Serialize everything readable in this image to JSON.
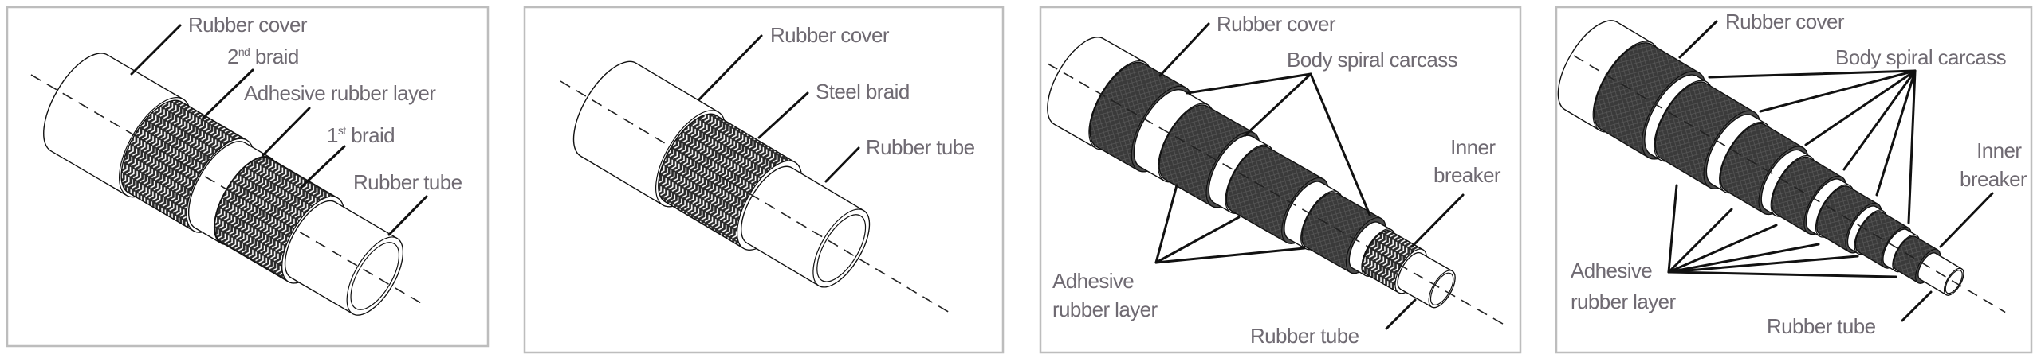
{
  "colors": {
    "label": "#6f6a72",
    "outline": "#111111",
    "carcass": "#3a3a3a",
    "frame": "#bdbdbd"
  },
  "panels": [
    {
      "rubber_cover": "Rubber cover",
      "second_braid": {
        "ordinal": "2",
        "suffix": "nd",
        "text": " braid"
      },
      "adhesive": "Adhesive rubber layer",
      "first_braid": {
        "ordinal": "1",
        "suffix": "st",
        "text": " braid"
      },
      "rubber_tube": "Rubber tube"
    },
    {
      "rubber_cover": "Rubber cover",
      "steel_braid": "Steel braid",
      "rubber_tube": "Rubber tube"
    },
    {
      "rubber_cover": "Rubber cover",
      "body_spiral_carcass": "Body spiral carcass",
      "inner_breaker": [
        "Inner",
        "breaker"
      ],
      "adhesive": [
        "Adhesive",
        "rubber layer"
      ],
      "rubber_tube": "Rubber tube"
    },
    {
      "rubber_cover": "Rubber cover",
      "body_spiral_carcass": "Body spiral carcass",
      "inner_breaker": [
        "Inner",
        "breaker"
      ],
      "adhesive": [
        "Adhesive",
        "rubber layer"
      ],
      "rubber_tube": "Rubber tube"
    }
  ]
}
